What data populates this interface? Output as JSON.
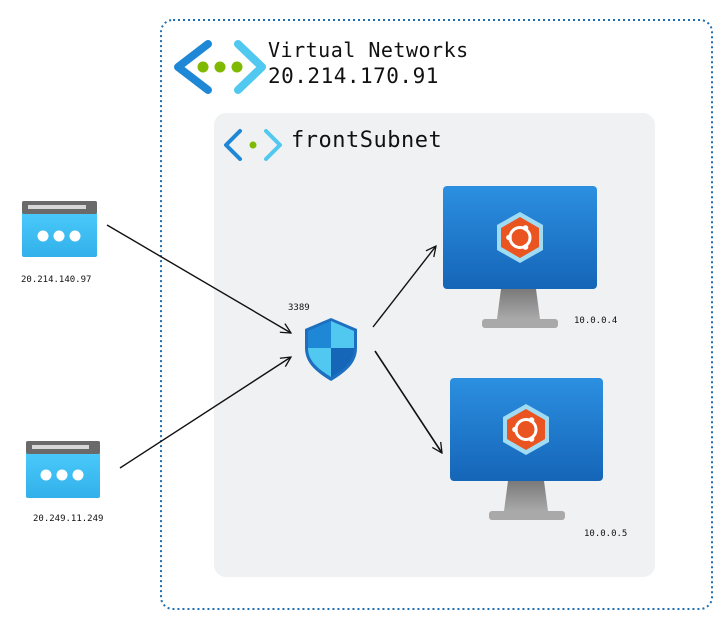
{
  "vnet": {
    "title": "Virtual Networks",
    "ip": "20.214.170.91"
  },
  "subnet": {
    "title": "frontSubnet"
  },
  "clients": [
    {
      "ip": "20.214.140.97",
      "icon": "browser-window-icon"
    },
    {
      "ip": "20.249.11.249",
      "icon": "browser-window-icon"
    }
  ],
  "nsg": {
    "port": "3389",
    "icon": "shield-icon"
  },
  "vms": [
    {
      "ip": "10.0.0.4",
      "icon": "ubuntu-vm-icon"
    },
    {
      "ip": "10.0.0.5",
      "icon": "ubuntu-vm-icon"
    }
  ],
  "colors": {
    "vnet_border": "#1f6fb5",
    "subnet_fill": "#f0f1f3",
    "azure_blue": "#1e88d6",
    "azure_light": "#50e6ff",
    "ubuntu_orange": "#e95420",
    "vnet_dots": "#7fba00"
  }
}
